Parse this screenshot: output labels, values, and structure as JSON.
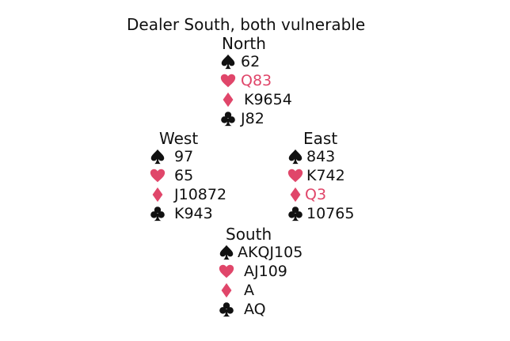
{
  "title": "Dealer South, both vulnerable",
  "colors": {
    "red": "#e0466a",
    "black": "#111111"
  },
  "hands": {
    "north": {
      "label": "North",
      "spades": "62",
      "hearts": "Q83",
      "diamonds": "K9654",
      "clubs": "J82"
    },
    "west": {
      "label": "West",
      "spades": "97",
      "hearts": "65",
      "diamonds": "J10872",
      "clubs": "K943"
    },
    "east": {
      "label": "East",
      "spades": "843",
      "hearts": "K742",
      "diamonds": "Q3",
      "clubs": "10765"
    },
    "south": {
      "label": "South",
      "spades": "AKQJ105",
      "hearts": "AJ109",
      "diamonds": "A",
      "clubs": "AQ"
    }
  },
  "icons": {
    "spades": "spade-icon",
    "hearts": "heart-icon",
    "diamonds": "diamond-icon",
    "clubs": "club-icon"
  }
}
